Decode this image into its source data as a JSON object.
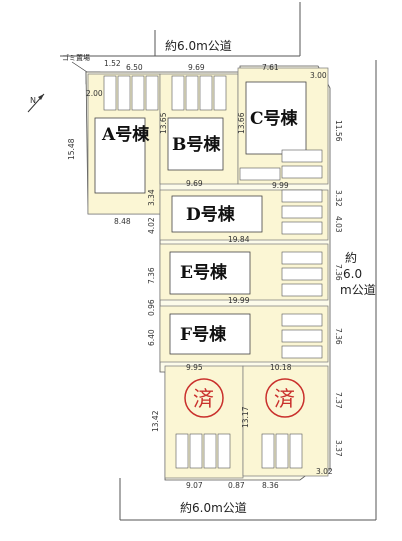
{
  "roads": {
    "north": "約6.0m公道",
    "south": "約6.0m公道",
    "east_line1": "約",
    "east_line2": "6.0",
    "east_line3": "m公道"
  },
  "garbage_label": "ゴミ置場",
  "compass_label": "N",
  "lots": {
    "A": "A号棟",
    "B": "B号棟",
    "C": "C号棟",
    "D": "D号棟",
    "E": "E号棟",
    "F": "F号棟",
    "G_sold": "済",
    "H_sold": "済"
  },
  "dims": {
    "d1_52": "1.52",
    "d6_50": "6.50",
    "d9_69_top": "9.69",
    "d7_61": "7.61",
    "d3_00": "3.00",
    "d2_00": "2.00",
    "d15_48": "15.48",
    "d13_65": "13.65",
    "d13_66": "13.66",
    "d11_56": "11.56",
    "d9_69_b": "9.69",
    "d9_99": "9.99",
    "d8_48": "8.48",
    "d3_34": "3.34",
    "d3_32": "3.32",
    "d4_02": "4.02",
    "d4_03": "4.03",
    "d19_84": "19.84",
    "d7_36_e": "7.36",
    "d7_36_e_right": "7.36",
    "d19_99": "19.99",
    "d0_96": "0.96",
    "d6_40": "6.40",
    "d7_36_f_right": "7.36",
    "d9_95": "9.95",
    "d10_18": "10.18",
    "d7_37": "7.37",
    "d13_42": "13.42",
    "d13_17": "13.17",
    "d3_37": "3.37",
    "d9_07": "9.07",
    "d0_87": "0.87",
    "d8_36": "8.36",
    "d3_02": "3.02"
  }
}
